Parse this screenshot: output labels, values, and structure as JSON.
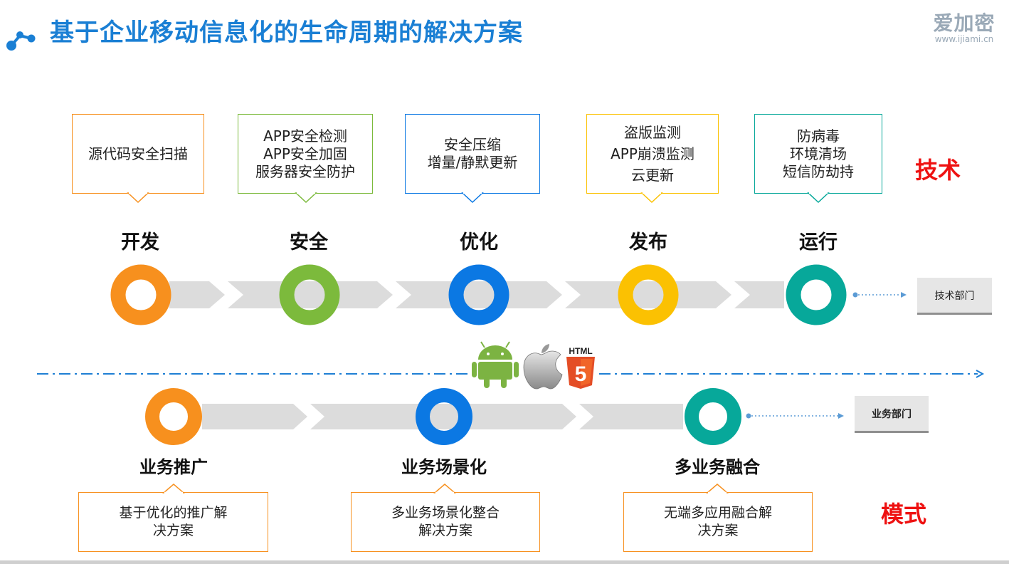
{
  "header": {
    "title": "基于企业移动信息化的生命周期的解决方案",
    "logo_text": "爱加密",
    "logo_url": "www.ijiami.cn"
  },
  "tech": {
    "side_label": "技术",
    "stages": [
      {
        "name": "开发",
        "callout": "源代码安全扫描",
        "color": "#f7901e"
      },
      {
        "name": "安全",
        "callout": "APP安全检测\nAPP安全加固\n服务器安全防护",
        "color": "#7cba3c"
      },
      {
        "name": "优化",
        "callout": "安全压缩\n增量/静默更新",
        "color": "#0b78e3"
      },
      {
        "name": "发布",
        "callout": "盗版监测\nAPP崩溃监测\n云更新",
        "color": "#fbc102"
      },
      {
        "name": "运行",
        "callout": "防病毒\n环境清场\n短信防劫持",
        "color": "#07a89a"
      }
    ],
    "dept": "技术部门"
  },
  "platform_icons": [
    "android-icon",
    "apple-icon",
    "html5-icon"
  ],
  "html5_label": "HTML",
  "html5_digit": "5",
  "mode": {
    "side_label": "模式",
    "stages": [
      {
        "name": "业务推广",
        "callout": "基于优化的推广解\n决方案",
        "color": "#f7901e"
      },
      {
        "name": "业务场景化",
        "callout": "多业务场景化整合\n解决方案",
        "color": "#0b78e3"
      },
      {
        "name": "多业务融合",
        "callout": "无端多应用融合解\n决方案",
        "color": "#07a89a"
      }
    ],
    "dept": "业务部门"
  },
  "colors": {
    "title": "#1a7fd4",
    "arrow_gray": "#dcdcdc",
    "dash_blue": "#1f7fd4",
    "accent_red": "#e11111"
  }
}
